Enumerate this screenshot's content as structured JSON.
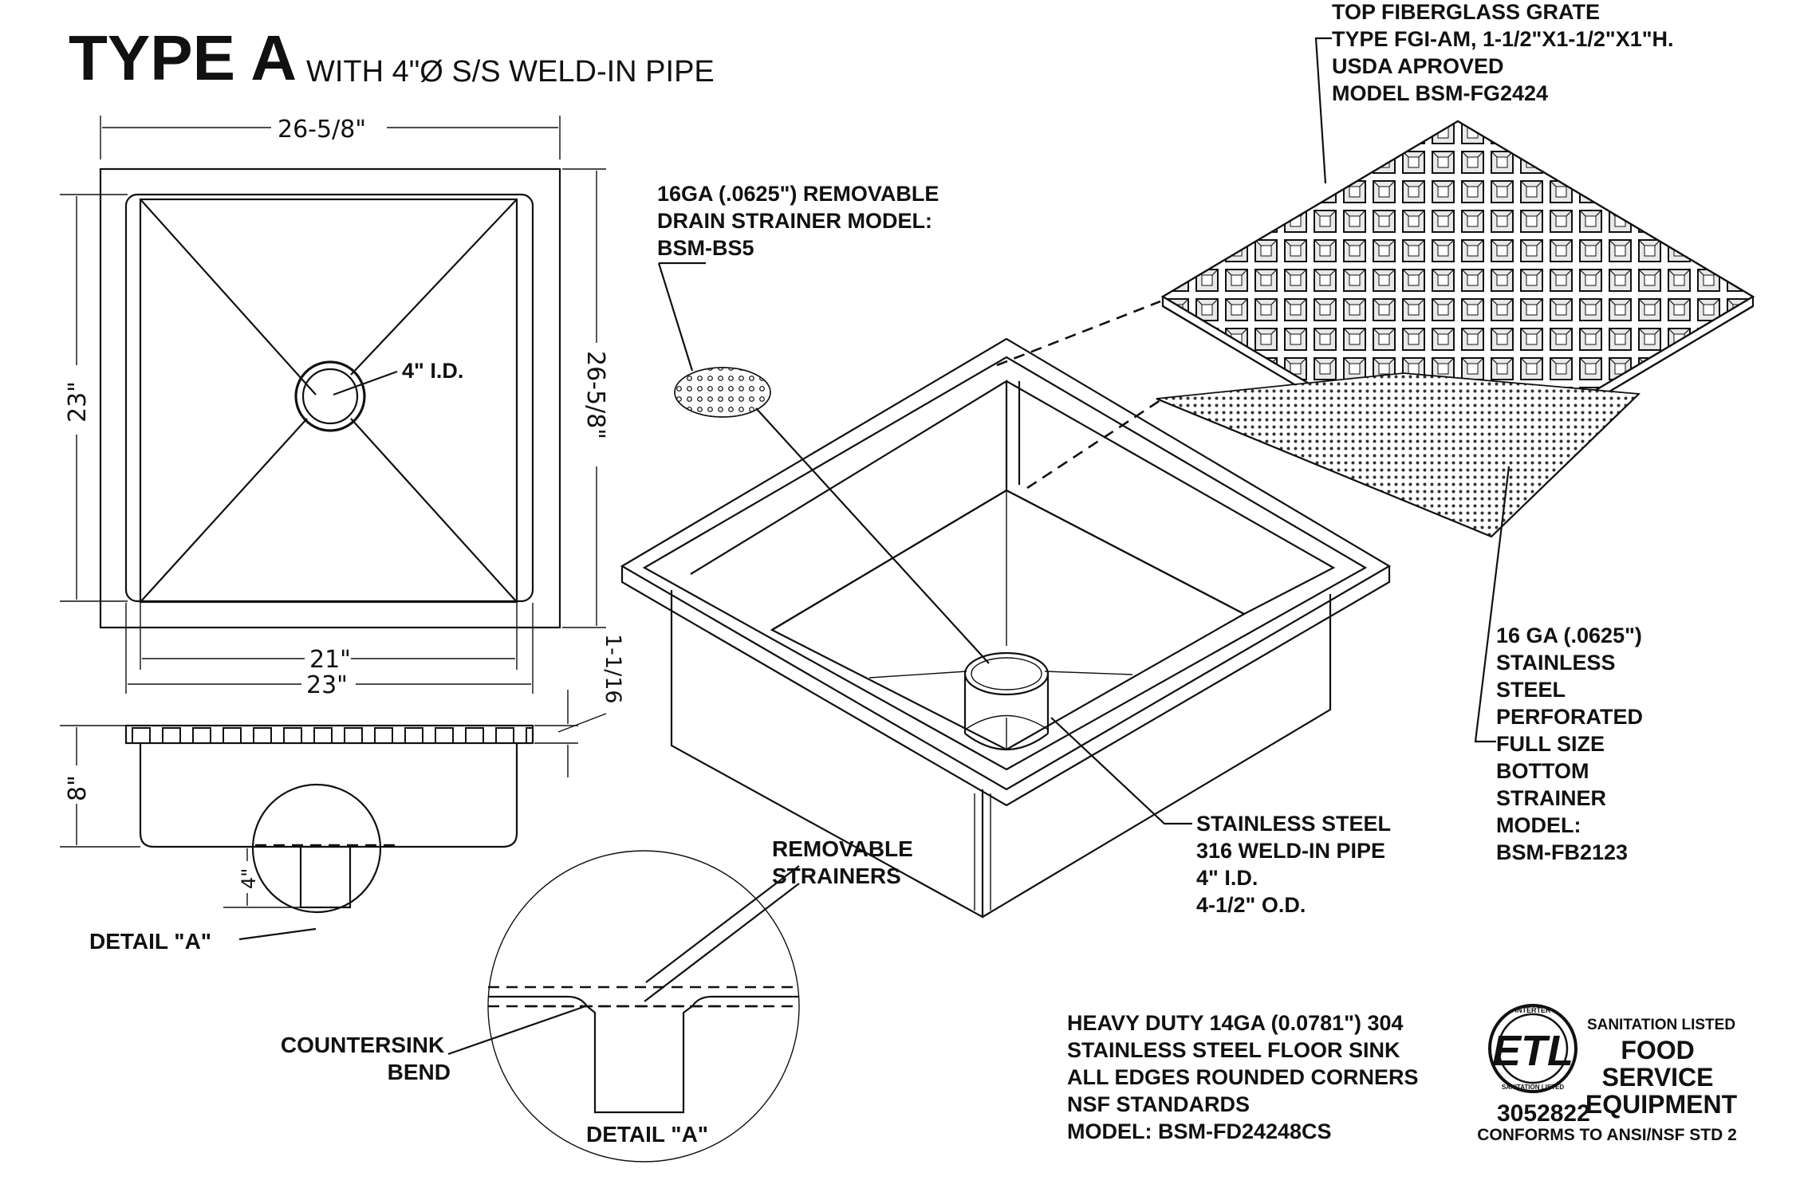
{
  "title": {
    "main": "TYPE A",
    "sub": "WITH 4\"Ø  S/S WELD-IN PIPE"
  },
  "dimensions": {
    "top_width": "26-5/8\"",
    "left_height": "23\"",
    "right_height": "26-5/8\"",
    "inner_width": "21\"",
    "outer_width": "23\"",
    "flange": "1-1/16",
    "depth": "8\"",
    "pipe_length": "4\"",
    "drain_id": "4\" I.D."
  },
  "callouts": {
    "grate": [
      "TOP FIBERGLASS GRATE",
      "TYPE FGI-AM, 1-1/2\"X1-1/2\"X1\"H.",
      "USDA APROVED",
      "MODEL BSM-FG2424"
    ],
    "drain_strainer": [
      "16GA (.0625\") REMOVABLE",
      "DRAIN STRAINER MODEL:",
      "BSM-BS5"
    ],
    "perforated": [
      "16 GA (.0625\")",
      "STAINLESS",
      "STEEL",
      "PERFORATED",
      "FULL SIZE",
      "BOTTOM",
      "STRAINER",
      "MODEL:",
      "BSM-FB2123"
    ],
    "pipe": [
      "STAINLESS STEEL",
      "316 WELD-IN PIPE",
      "4\"        I.D.",
      "4-1/2\" O.D."
    ],
    "removable": [
      "REMOVABLE",
      "STRAINERS"
    ],
    "countersink": [
      "COUNTERSINK",
      "BEND"
    ],
    "detail_a_left": "DETAIL \"A\"",
    "detail_a_circle": "DETAIL \"A\""
  },
  "description": [
    "HEAVY DUTY 14GA (0.0781\") 304",
    "STAINLESS STEEL FLOOR SINK",
    "ALL EDGES ROUNDED CORNERS",
    "NSF STANDARDS",
    "MODEL: BSM-FD24248CS"
  ],
  "certification": {
    "logo_text": "ETL",
    "ring_top": "INTERTEK",
    "ring_bottom": "SANITATION LISTED",
    "number": "3052822",
    "sanitation_listed": "SANITATION LISTED",
    "food_lines": [
      "FOOD",
      "SERVICE",
      "EQUIPMENT"
    ],
    "conforms": "CONFORMS TO ANSI/NSF STD 2"
  }
}
